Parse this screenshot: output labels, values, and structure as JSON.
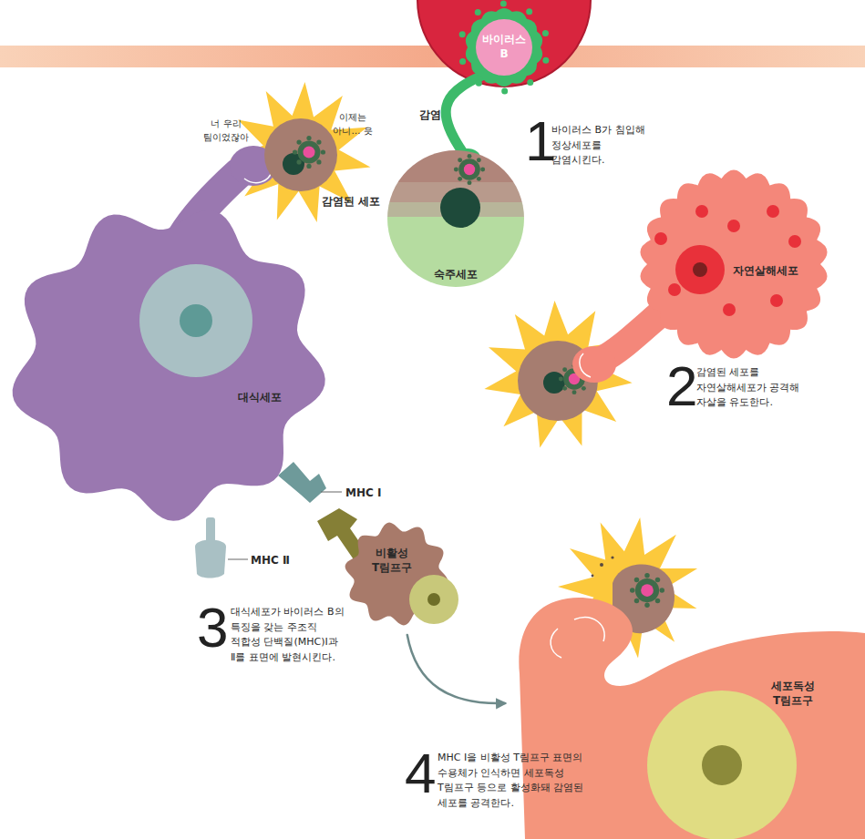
{
  "diagram": {
    "nodes": [
      {
        "text": [
          "바이러스 B"
        ]
      },
      {
        "text": [
          "숙주세포"
        ]
      },
      {
        "text": [
          "감염된 세포"
        ]
      },
      {
        "text": [
          "자연살해세포"
        ]
      },
      {
        "text": [
          "대식세포"
        ]
      },
      {
        "text": [
          "비활성 T림프구"
        ]
      },
      {
        "text": [
          "세포독성 T림프구"
        ]
      }
    ],
    "edges": [
      {
        "from": 0,
        "to": 1,
        "label": "감염",
        "arrow": "none"
      },
      {
        "from": 5,
        "to": 6,
        "arrow": "to"
      }
    ],
    "labels": [
      "너 우리 팀이었잖아",
      "이제는 아니… 읏",
      "1",
      "바이러스 B가 침입해 정상세포를 감염시킨다.",
      "2",
      "감염된 세포를 자연살해세포가 공격해 자살을 유도한다.",
      "MHC Ⅰ",
      "MHC Ⅱ",
      "3",
      "대식세포가 바이러스 B의 특징을 갖는 주조직 적합성 단백질(MHC)Ⅰ과 Ⅱ를 표면에 발현시킨다.",
      "4",
      "MHC Ⅰ을 비활성 T림프구 표면의 수용체가 인식하면 세포독성 T림프구 등으로 활성화돼 감염된 세포를 공격한다."
    ]
  }
}
